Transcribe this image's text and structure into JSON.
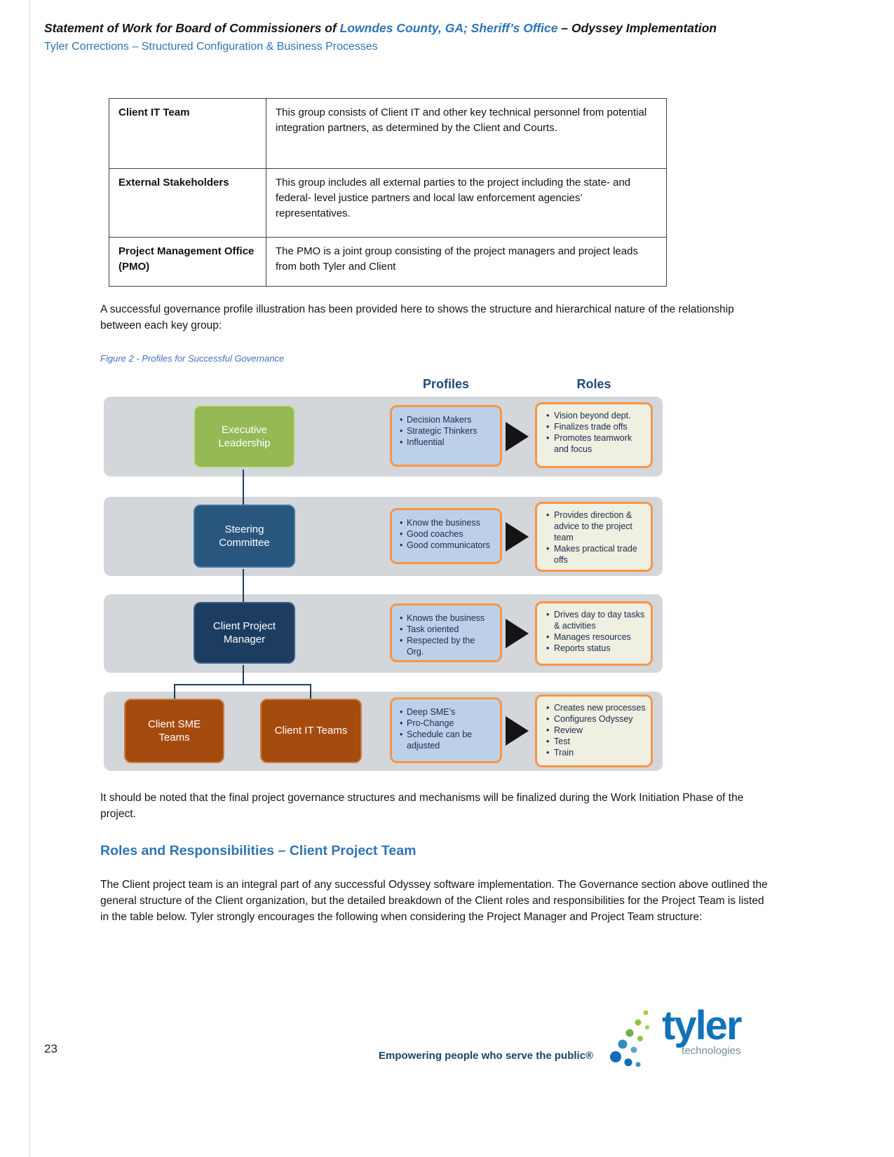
{
  "header": {
    "title_prefix": "Statement of Work for Board of Commissioners of ",
    "title_highlight": "Lowndes County, GA; Sheriff’s Office",
    "title_suffix": " – Odyssey Implementation",
    "subtitle": "Tyler Corrections – Structured Configuration & Business Processes"
  },
  "glossary_table": {
    "rows": [
      {
        "term": "Client IT Team",
        "definition": "This group consists of Client IT and other key technical personnel from potential integration partners, as determined by the Client and Courts."
      },
      {
        "term": "External Stakeholders",
        "definition": "This group includes all external parties to the project including the state- and federal- level justice partners and local law enforcement agencies’ representatives."
      },
      {
        "term": "Project Management Office (PMO)",
        "definition": "The PMO is a joint group consisting of the project managers and project leads from both Tyler and Client"
      }
    ]
  },
  "paragraphs": {
    "intro": "A successful governance profile illustration has been provided here to shows the structure and hierarchical nature of the relationship between each key group:",
    "note": "It should be noted that the final project governance structures and mechanisms will be finalized during the Work Initiation Phase of the project.",
    "body": "The Client project team is an integral part of any successful Odyssey software implementation. The Governance section above outlined the general structure of the Client organization, but the detailed breakdown of the Client roles and responsibilities for the Project Team is listed in the table below. Tyler strongly encourages the following when considering the Project Manager and Project Team structure:"
  },
  "figure": {
    "caption": "Figure 2 - Profiles for Successful Governance",
    "headers": {
      "profiles": "Profiles",
      "roles": "Roles"
    },
    "rows": [
      {
        "org": [
          "Executive Leadership"
        ],
        "profiles": [
          "Decision Makers",
          "Strategic Thinkers",
          "Influential"
        ],
        "roles": [
          "Vision beyond dept.",
          "Finalizes trade offs",
          "Promotes teamwork and focus"
        ]
      },
      {
        "org": [
          "Steering Committee"
        ],
        "profiles": [
          "Know the business",
          "Good coaches",
          "Good communicators"
        ],
        "roles": [
          "Provides direction & advice to the project team",
          "Makes practical trade offs"
        ]
      },
      {
        "org": [
          "Client Project Manager"
        ],
        "profiles": [
          "Knows the business",
          "Task oriented",
          "Respected by the Org."
        ],
        "roles": [
          "Drives day to day tasks & activities",
          "Manages resources",
          "Reports status"
        ]
      },
      {
        "org": [
          "Client SME Teams",
          "Client IT Teams"
        ],
        "profiles": [
          "Deep SME’s",
          "Pro-Change",
          "Schedule can be adjusted"
        ],
        "roles": [
          "Creates new processes",
          "Configures Odyssey",
          "Review",
          "Test",
          "Train"
        ]
      }
    ]
  },
  "section": {
    "heading": "Roles and Responsibilities – Client Project Team"
  },
  "footer": {
    "page_number": "23",
    "tagline": "Empowering people who serve the public®",
    "logo_text": "tyler",
    "logo_subtext": "technologies"
  },
  "colors": {
    "accent_blue": "#2E74B5",
    "figure_header_blue": "#1F497D",
    "caption_blue": "#4472C4",
    "band_gray": "#D3D6DA",
    "exec_green": "#94B955",
    "steering_blue": "#28567F",
    "project_manager_navy": "#1D3D60",
    "team_brown": "#A64B10",
    "profiles_box_blue": "#BDD0E9",
    "roles_box_cream": "#EFEFE2",
    "box_border_orange": "#F79646",
    "connector_navy": "#1E3D5F",
    "tyler_blue": "#1173B9",
    "tyler_green": "#8DC63F",
    "tagline_blue": "#17456B"
  }
}
